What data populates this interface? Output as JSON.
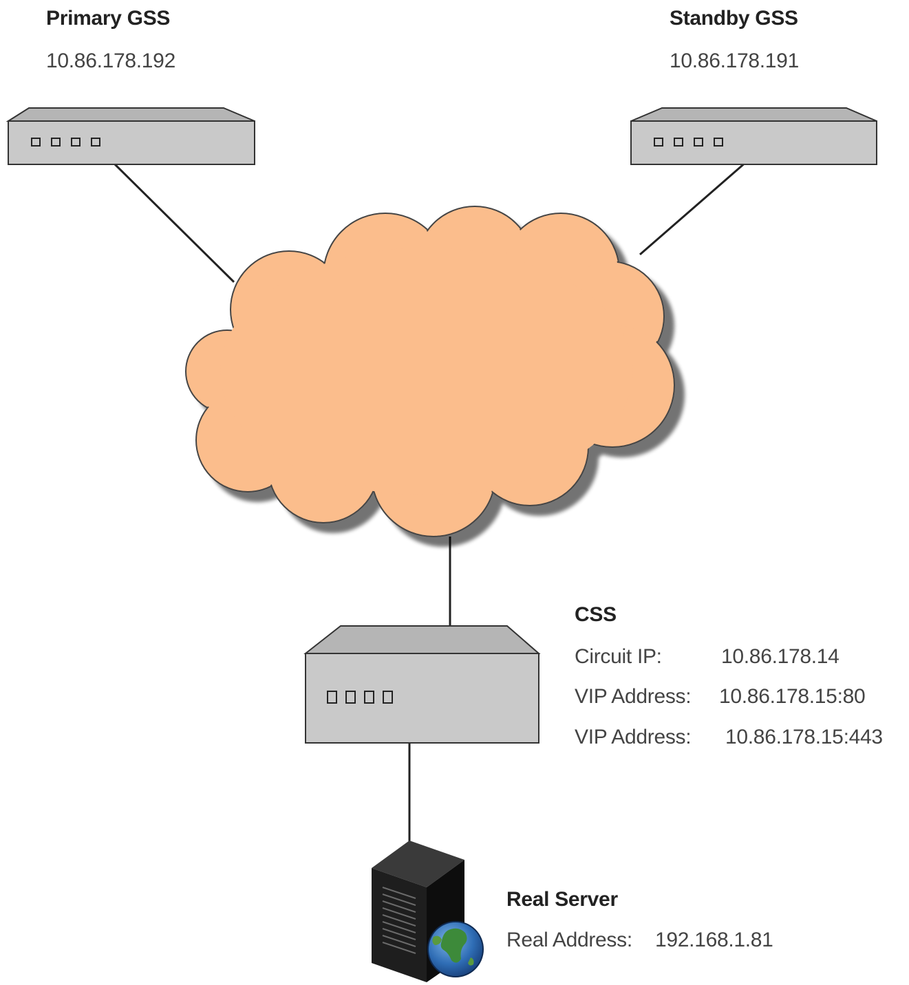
{
  "primary_gss": {
    "title": "Primary GSS",
    "ip": "10.86.178.192"
  },
  "standby_gss": {
    "title": "Standby GSS",
    "ip": "10.86.178.191"
  },
  "css": {
    "title": "CSS",
    "rows": [
      {
        "label": "Circuit IP:",
        "value": "10.86.178.14"
      },
      {
        "label": "VIP Address:",
        "value": "10.86.178.15:80"
      },
      {
        "label": "VIP Address:",
        "value": "10.86.178.15:443"
      }
    ]
  },
  "real_server": {
    "title": "Real Server",
    "label": "Real Address:",
    "value": "192.168.1.81"
  },
  "icons": {
    "network": "cloud-icon",
    "gss": "router-icon",
    "css": "switch-icon",
    "server": "server-tower-icon",
    "globe": "globe-icon"
  },
  "colors": {
    "cloud": "#FBBD8C",
    "device": "#C9C9C9",
    "outline": "#333333"
  }
}
